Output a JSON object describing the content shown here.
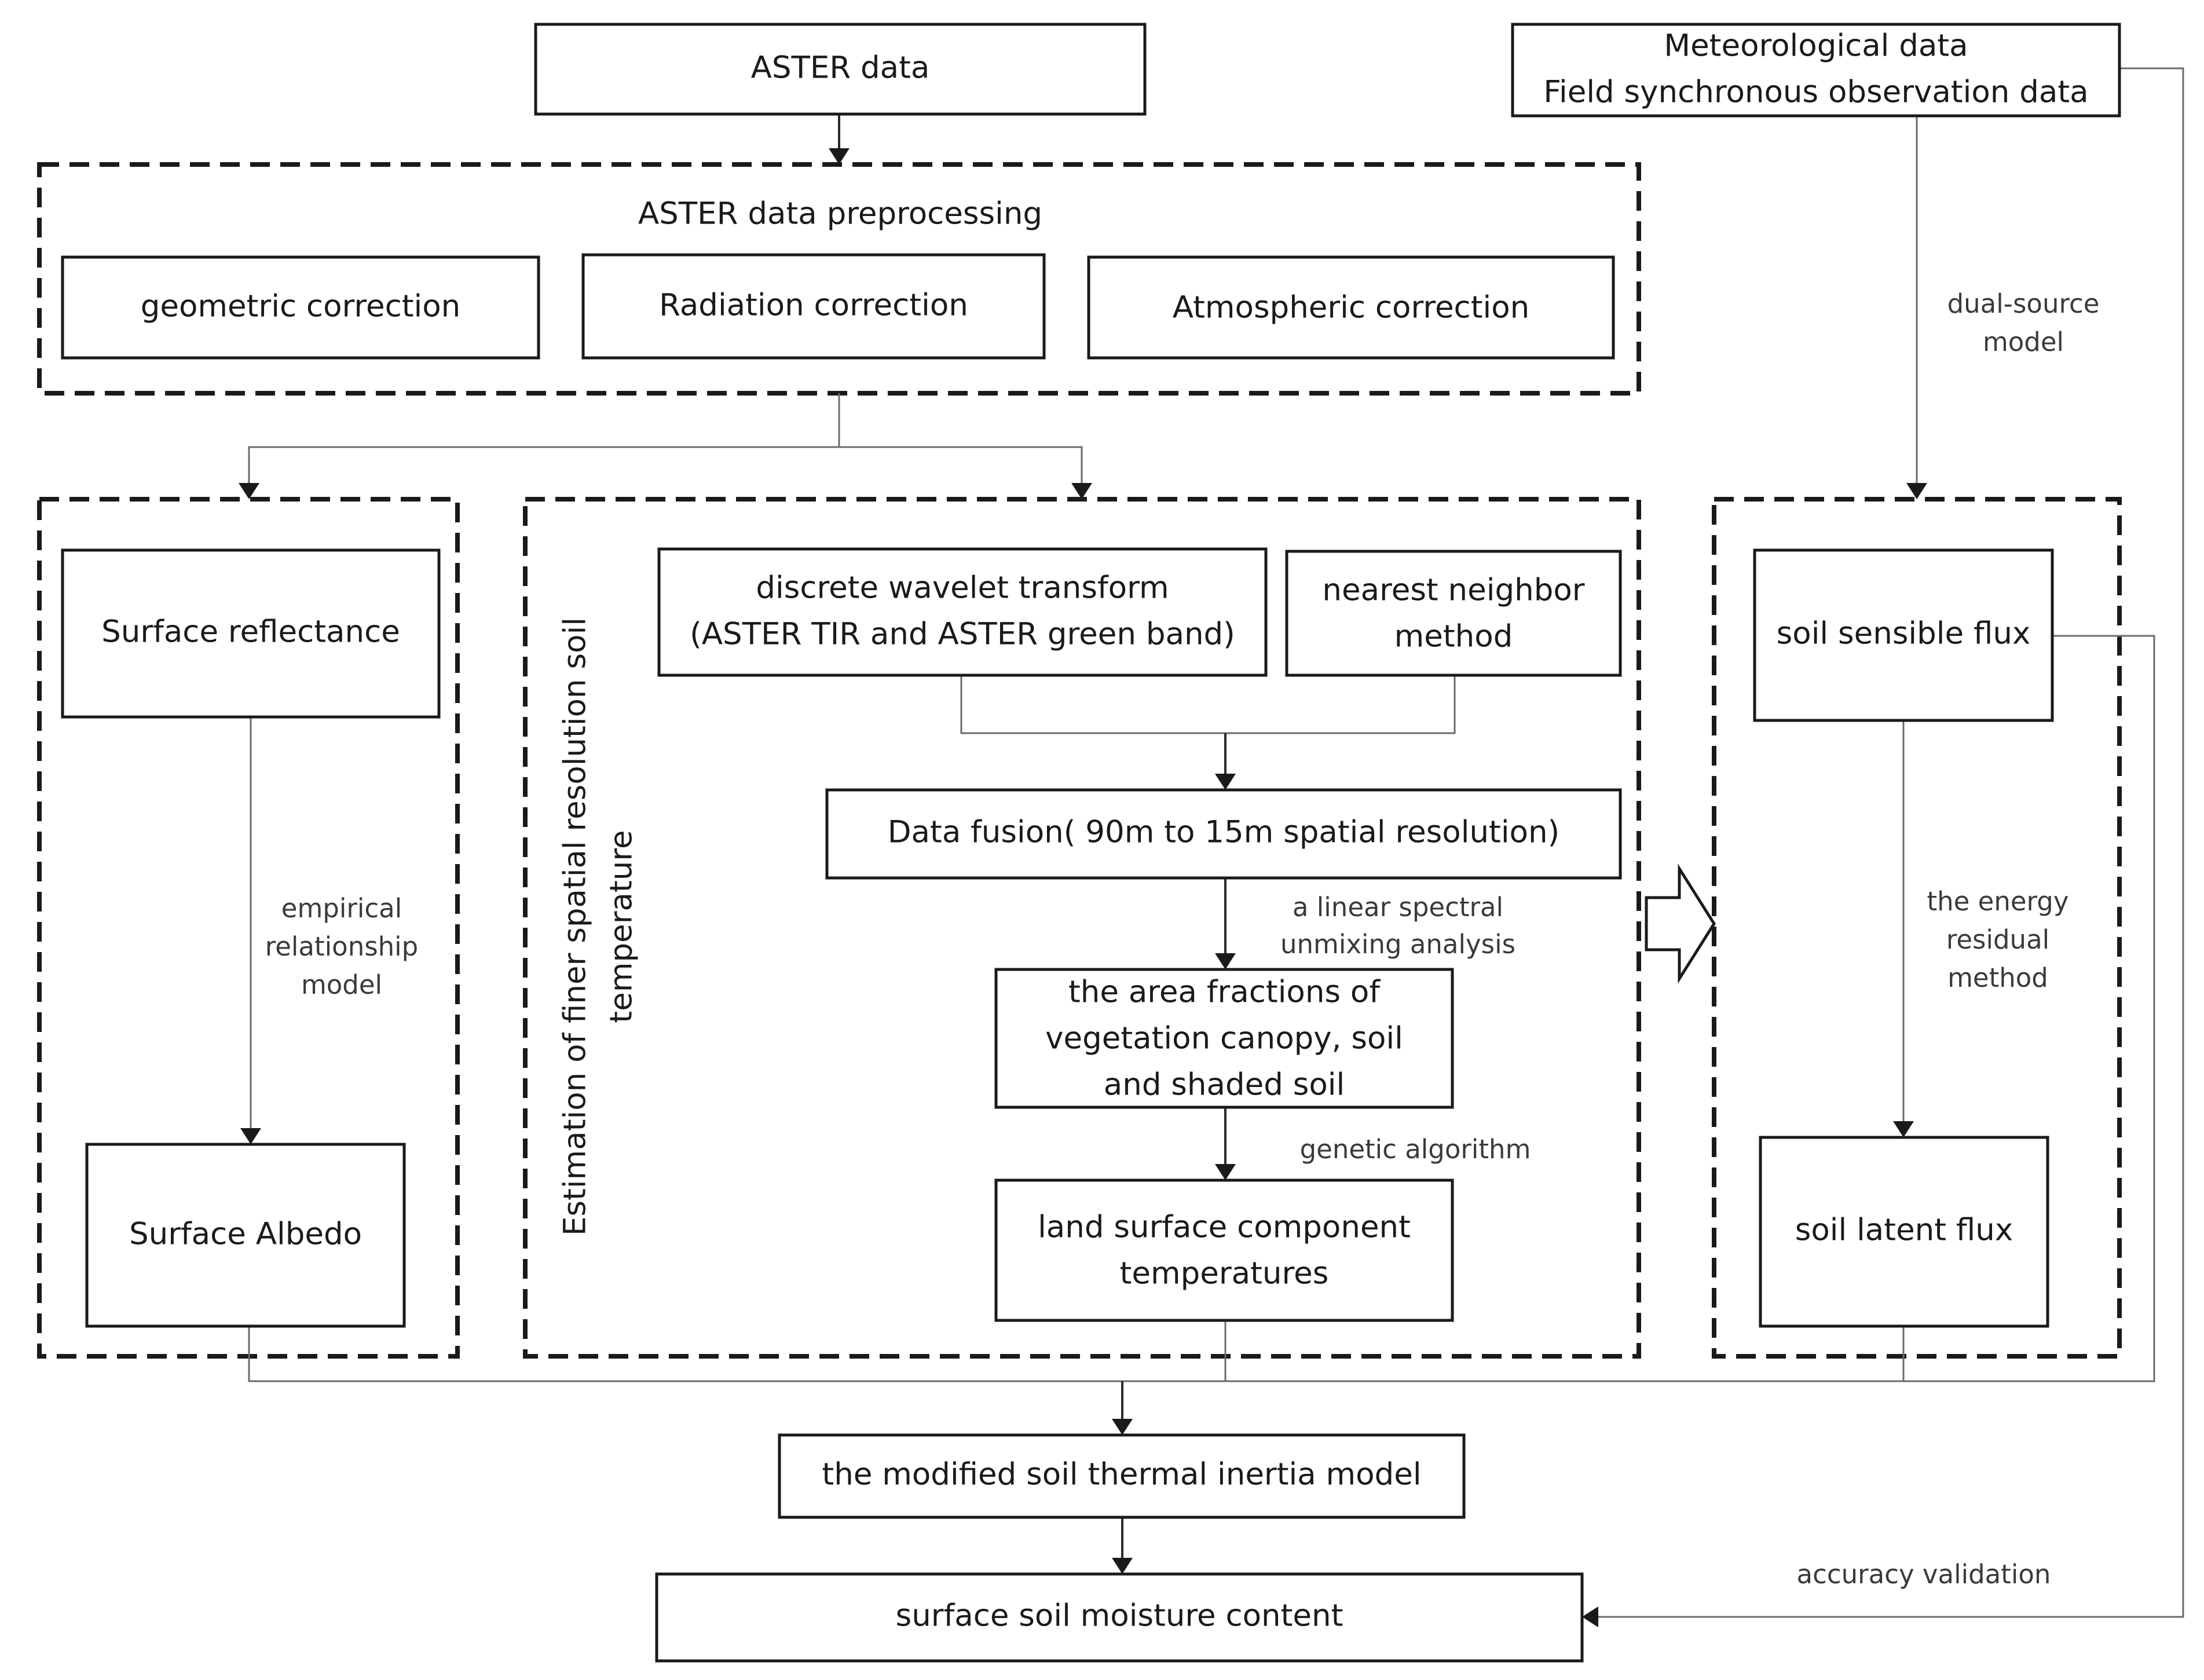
{
  "nodes": {
    "aster_data": "ASTER data",
    "meteorological": [
      "Meteorological data",
      "Field synchronous observation data"
    ],
    "preprocessing_title": "ASTER data preprocessing",
    "geometric": "geometric correction",
    "radiation": "Radiation correction",
    "atmospheric": "Atmospheric correction",
    "surface_reflectance": "Surface reflectance",
    "surface_albedo": "Surface Albedo",
    "estimation_title": [
      "Estimation of finer spatial resolution soil",
      "temperature"
    ],
    "dwt": [
      "discrete wavelet transform",
      "(ASTER TIR and ASTER green band)"
    ],
    "nearest": [
      "nearest neighbor",
      "method"
    ],
    "fusion": "Data fusion( 90m to 15m spatial resolution)",
    "area_fractions": [
      "the area fractions of",
      "vegetation canopy, soil",
      "and shaded soil"
    ],
    "component_temps": [
      "land surface component",
      "temperatures"
    ],
    "sensible": "soil sensible flux",
    "latent": "soil latent flux",
    "thermal_inertia": "the modified soil thermal inertia model",
    "moisture": "surface soil moisture content"
  },
  "edge_labels": {
    "dual_source": [
      "dual-source",
      "model"
    ],
    "empirical": [
      "empirical",
      "relationship",
      "model"
    ],
    "unmixing": [
      "a linear spectral",
      "unmixing analysis"
    ],
    "genetic": "genetic algorithm",
    "energy_residual": [
      "the energy",
      "residual",
      "method"
    ],
    "accuracy": "accuracy validation"
  }
}
